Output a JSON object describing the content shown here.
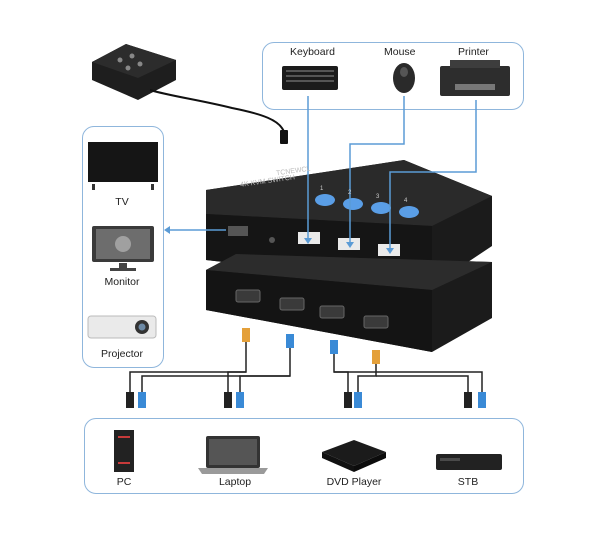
{
  "peripherals": {
    "keyboard": "Keyboard",
    "mouse": "Mouse",
    "printer": "Printer"
  },
  "displays": {
    "tv": "TV",
    "monitor": "Monitor",
    "projector": "Projector"
  },
  "sources": {
    "pc": "PC",
    "laptop": "Laptop",
    "dvd": "DVD Player",
    "stb": "STB"
  },
  "switch": {
    "brand": "TCNEWCL",
    "model": "4K KVM SWITCH",
    "port_numbers": [
      "1",
      "2",
      "3",
      "4"
    ]
  },
  "colors": {
    "link": "#5b9bd5",
    "panel_border": "#8fb6dc",
    "button": "#5a9ee6",
    "device_body": "#1b1b1b"
  }
}
